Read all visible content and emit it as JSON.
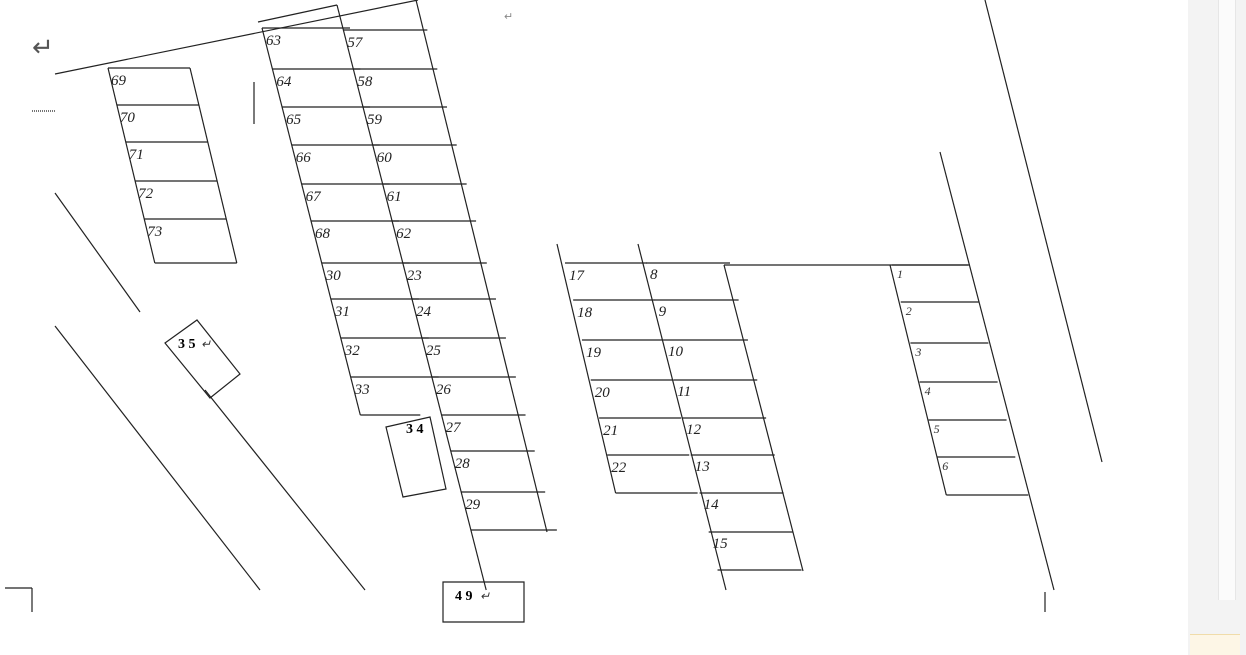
{
  "document": {
    "paragraph_mark": "↵",
    "return_arrow": "↵"
  },
  "lots": {
    "col_a": [
      "69",
      "70",
      "71",
      "72",
      "73"
    ],
    "col_b": [
      "63",
      "64",
      "65",
      "66",
      "67",
      "68",
      "30",
      "31",
      "32",
      "33"
    ],
    "col_c": [
      "57",
      "58",
      "59",
      "60",
      "61",
      "62",
      "23",
      "24",
      "25",
      "26",
      "27",
      "28",
      "29"
    ],
    "col_d": [
      "17",
      "18",
      "19",
      "20",
      "21",
      "22"
    ],
    "col_e": [
      "8",
      "9",
      "10",
      "11",
      "12",
      "13",
      "14",
      "15"
    ],
    "col_f": [
      "1",
      "2",
      "3",
      "4",
      "5",
      "6"
    ]
  },
  "boxes": {
    "box_35": "3 5",
    "box_34": "3 4",
    "box_49": "4 9"
  }
}
